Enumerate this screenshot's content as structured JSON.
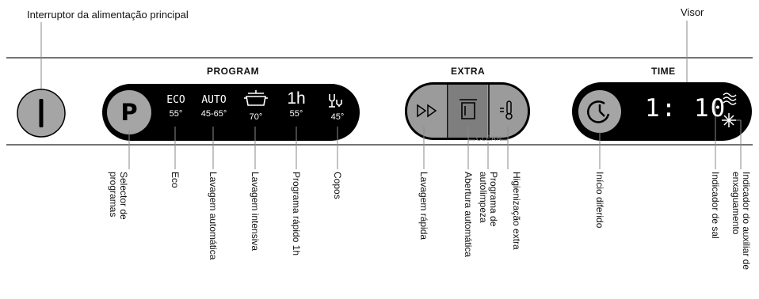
{
  "top_labels": {
    "main_switch": "Interruptor da alimentação principal",
    "display": "Visor"
  },
  "sections": {
    "program": "PROGRAM",
    "extra": "EXTRA",
    "time": "TIME",
    "clean": "CLEAN"
  },
  "buttons": {
    "power_symbol": "I",
    "program_selector": "P"
  },
  "programs": [
    {
      "name": "ECO",
      "temp": "55°"
    },
    {
      "name": "AUTO",
      "temp": "45-65°"
    },
    {
      "name": "",
      "temp": "70°",
      "icon": "pot-icon"
    },
    {
      "name": "1h",
      "temp": "55°"
    },
    {
      "name": "",
      "temp": "45°",
      "icon": "glass-icon"
    }
  ],
  "display": {
    "value": "1: 10",
    "salt_icon": "salt-indicator-icon",
    "rinse_icon": "rinse-aid-indicator-icon"
  },
  "extra_icons": [
    "fast-wash-icon",
    "auto-open-icon",
    "hygiene-icon"
  ],
  "callouts": {
    "selector": [
      "Selector de",
      "programas"
    ],
    "eco": [
      "Eco"
    ],
    "auto": [
      "Lavagem automática"
    ],
    "intensive": [
      "Lavagem intensiva"
    ],
    "quick": [
      "Programa rápido 1h"
    ],
    "glasses": [
      "Copos"
    ],
    "fast_wash": [
      "Lavagem rápida"
    ],
    "auto_open": [
      "Abertura automática"
    ],
    "self_clean": [
      "Programa de",
      "autolimpeza"
    ],
    "hygiene": [
      "Higienização extra"
    ],
    "delay": [
      "Início diferido"
    ],
    "salt": [
      "Indicador de sal"
    ],
    "rinse": [
      "Indicador do auxiliar de",
      "enxaguamento"
    ]
  },
  "colors": {
    "panel_black": "#000000",
    "button_grey": "#a5a5a5",
    "extra_grey": "#9b9b9b",
    "line_grey": "#8a8a8a",
    "rule_dark": "#222222"
  }
}
